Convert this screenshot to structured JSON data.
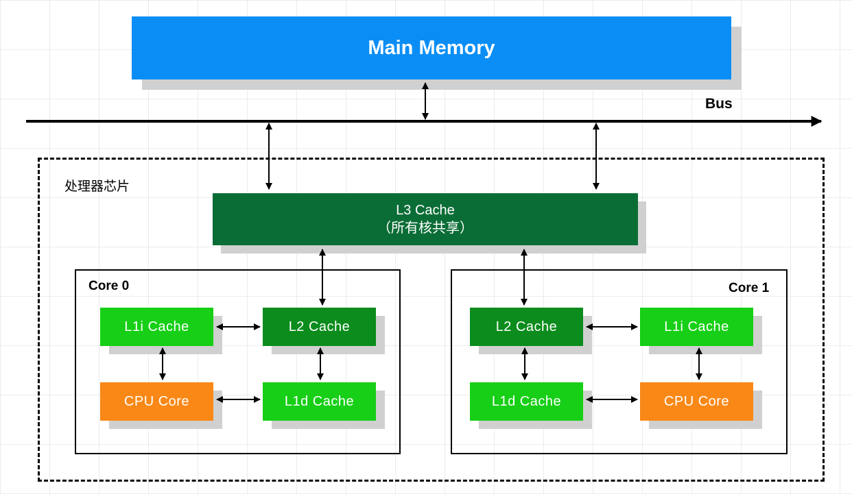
{
  "main_memory": {
    "label": "Main Memory"
  },
  "bus": {
    "label": "Bus"
  },
  "chip": {
    "label": "处理器芯片"
  },
  "l3": {
    "label": "L3  Cache",
    "sublabel": "（所有核共享）"
  },
  "core0": {
    "label": "Core 0",
    "l1i": "L1i  Cache",
    "l2": "L2  Cache",
    "cpu": "CPU Core",
    "l1d": "L1d  Cache"
  },
  "core1": {
    "label": "Core 1",
    "l2": "L2  Cache",
    "l1i": "L1i  Cache",
    "l1d": "L1d  Cache",
    "cpu": "CPU Core"
  },
  "colors": {
    "main_memory": "#0a8ef6",
    "l3": "#0b6d36",
    "l2": "#0b8c1c",
    "l1": "#16cf16",
    "cpu": "#f98816"
  }
}
